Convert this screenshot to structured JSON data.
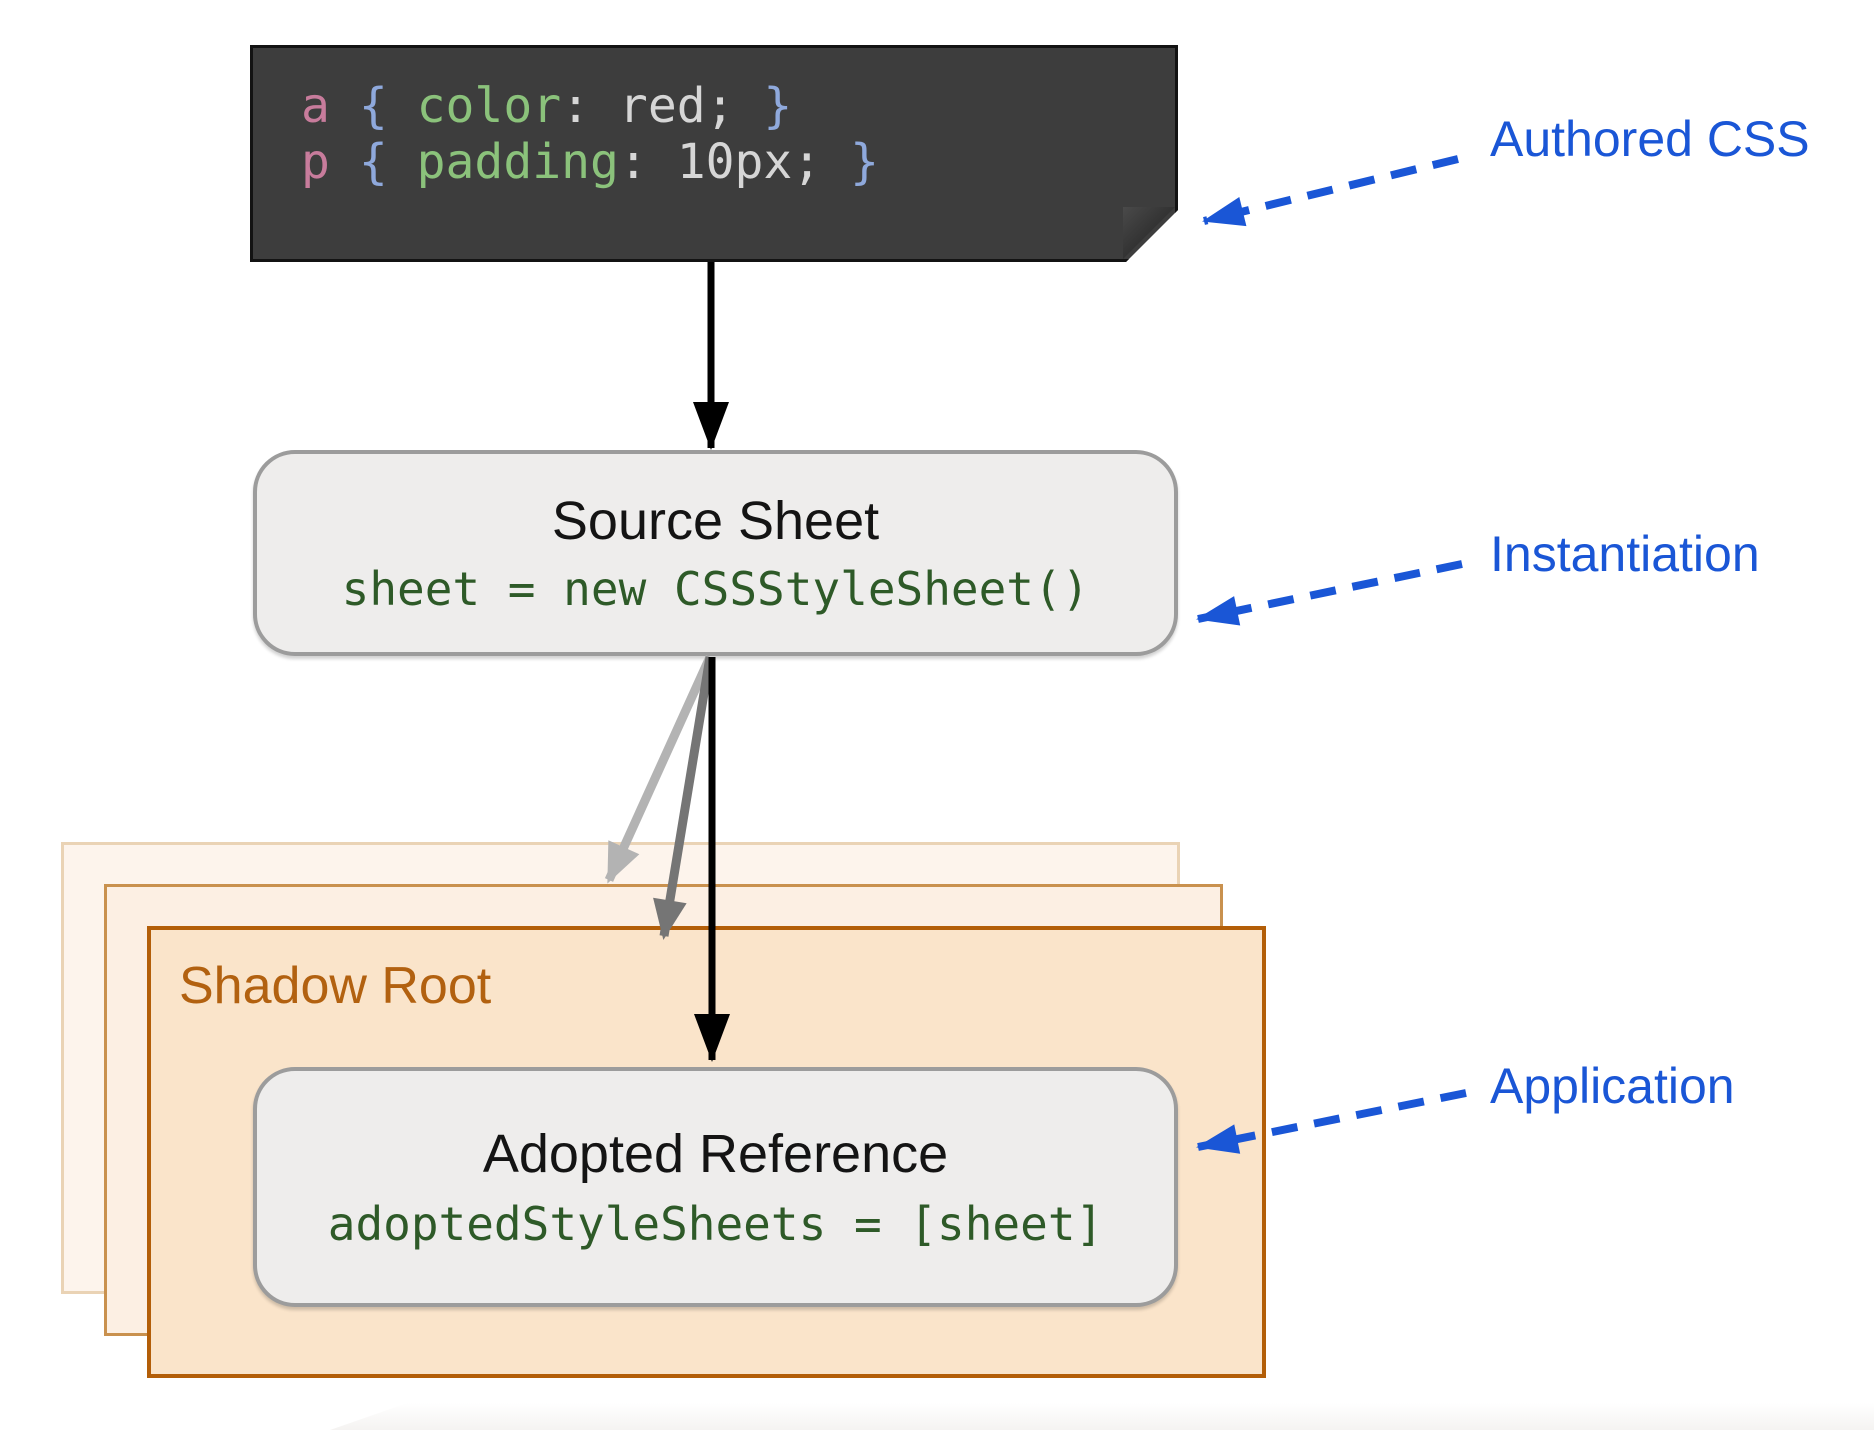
{
  "diagram": {
    "authored_css": {
      "lines": [
        [
          {
            "text": "a",
            "type": "sel"
          },
          {
            "text": " ",
            "type": "plain"
          },
          {
            "text": "{",
            "type": "brace"
          },
          {
            "text": " ",
            "type": "plain"
          },
          {
            "text": "color",
            "type": "prop"
          },
          {
            "text": ": ",
            "type": "punct"
          },
          {
            "text": "red",
            "type": "value"
          },
          {
            "text": "; ",
            "type": "punct"
          },
          {
            "text": "}",
            "type": "brace"
          }
        ],
        [
          {
            "text": "p",
            "type": "sel"
          },
          {
            "text": " ",
            "type": "plain"
          },
          {
            "text": "{",
            "type": "brace"
          },
          {
            "text": " ",
            "type": "plain"
          },
          {
            "text": "padding",
            "type": "prop"
          },
          {
            "text": ": ",
            "type": "punct"
          },
          {
            "text": "10px",
            "type": "value"
          },
          {
            "text": "; ",
            "type": "punct"
          },
          {
            "text": "}",
            "type": "brace"
          }
        ]
      ]
    },
    "source_sheet": {
      "title": "Source Sheet",
      "code": "sheet = new CSSStyleSheet()"
    },
    "shadow_root": {
      "label": "Shadow Root"
    },
    "adopted_reference": {
      "title": "Adopted Reference",
      "code": "adoptedStyleSheets = [sheet]"
    },
    "annotations": [
      {
        "label": "Authored CSS"
      },
      {
        "label": "Instantiation"
      },
      {
        "label": "Application"
      }
    ],
    "colors": {
      "annotation_blue": "#1a56d6",
      "dark_code_bg": "#3d3d3d",
      "token_selector_pink": "#c87c9c",
      "token_brace_blue": "#8fa9dc",
      "token_property_green": "#8bc27b",
      "token_value_gray": "#d6d6d6",
      "sheet_box_fill": "#eeedec",
      "sheet_box_border": "#9c9c9c",
      "code_green": "#2e5a28",
      "shadow_card_front_border": "#b35e08",
      "shadow_card_front_fill": "#fae4ca",
      "shadow_card_middle_border": "#c9914e",
      "shadow_card_back_border": "#ead3b5",
      "shadow_root_text": "#b26110",
      "arrow_black": "#000000",
      "arrow_gray_light": "#b3b3b3",
      "arrow_gray_mid": "#757575"
    }
  }
}
